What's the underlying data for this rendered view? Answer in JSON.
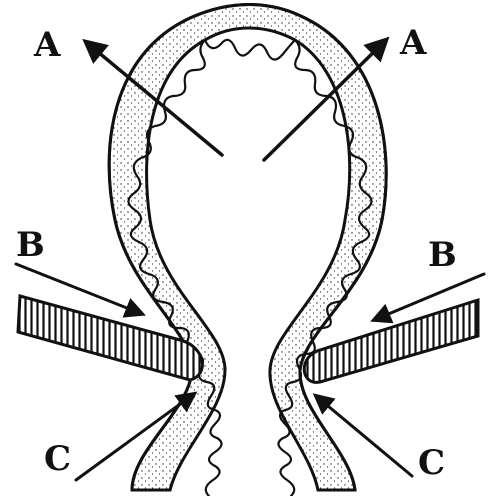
{
  "colors": {
    "ink": "#111111",
    "paper": "#ffffff"
  },
  "labels": {
    "a_left": "A",
    "a_right": "A",
    "b_left": "B",
    "b_right": "B",
    "c_left": "C",
    "c_right": "C"
  }
}
